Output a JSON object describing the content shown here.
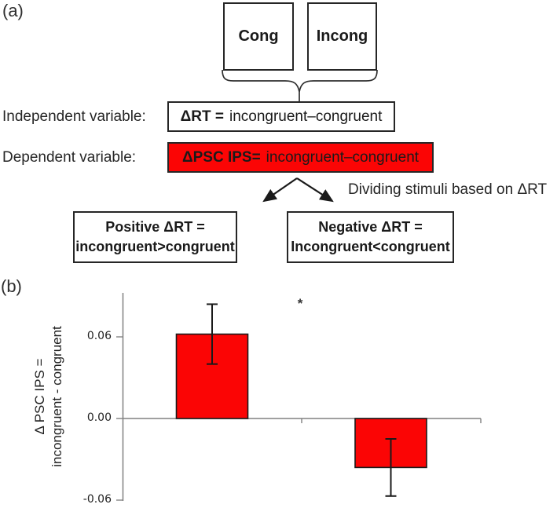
{
  "panel_a": {
    "label": "(a)",
    "cong_box": "Cong",
    "incong_box": "Incong",
    "independent_label": "Independent variable:",
    "independent_eq_bold": "ΔRT =",
    "independent_eq_rest": "incongruent–congruent",
    "dependent_label": "Dependent variable:",
    "dependent_eq_bold": "ΔPSC IPS=",
    "dependent_eq_rest": "incongruent–congruent",
    "dividing_note": "Dividing stimuli based on ΔRT",
    "positive_box": {
      "line1": "Positive ΔRT =",
      "line2": "incongruent>congruent"
    },
    "negative_box": {
      "line1": "Negative ΔRT =",
      "line2": "Incongruent<congruent"
    },
    "highlight_color": "#fb0505"
  },
  "panel_b": {
    "label": "(b)"
  },
  "chart_data": {
    "type": "bar",
    "title": "",
    "xlabel": "",
    "ylabel_line1": "Δ PSC IPS =",
    "ylabel_line2": "incongruent - congruent",
    "categories": [
      "",
      ""
    ],
    "values": [
      0.062,
      -0.036
    ],
    "error_bars": [
      0.022,
      0.021
    ],
    "yticks": [
      0.06,
      0.0,
      -0.06
    ],
    "ytick_labels": [
      "0.06",
      "0.00",
      "-0.06"
    ],
    "ylim": [
      -0.08,
      0.095
    ],
    "annotation": "*",
    "bar_color": "#fb0505",
    "bar_border_color": "#1a1a1a",
    "error_bar_color": "#1a1a1a",
    "axis_color": "#808080",
    "grid": false,
    "legend": false
  }
}
